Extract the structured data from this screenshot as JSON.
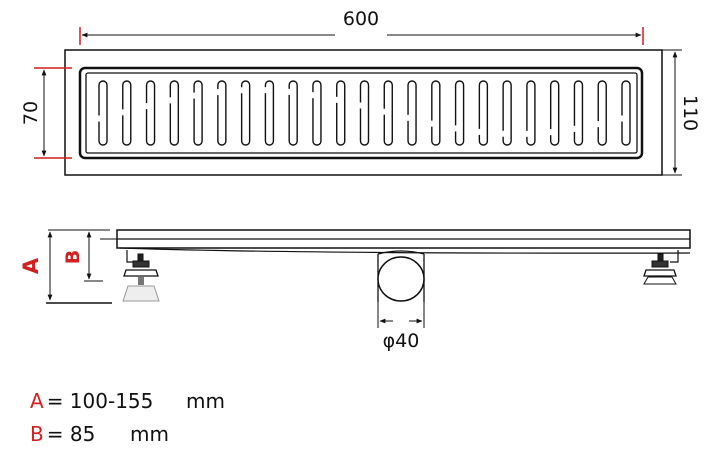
{
  "dimensions": {
    "length": "600",
    "grate_width": "70",
    "total_width": "110",
    "outlet_diameter": "φ40",
    "label_a": "A",
    "label_b": "B"
  },
  "legend": [
    {
      "letter": "A",
      "value": "= 100-155",
      "unit": "mm"
    },
    {
      "letter": "B",
      "value": "= 85",
      "unit": "mm"
    }
  ],
  "colors": {
    "accent": "#d21f1f",
    "line": "#111111"
  },
  "slot_count": 23
}
